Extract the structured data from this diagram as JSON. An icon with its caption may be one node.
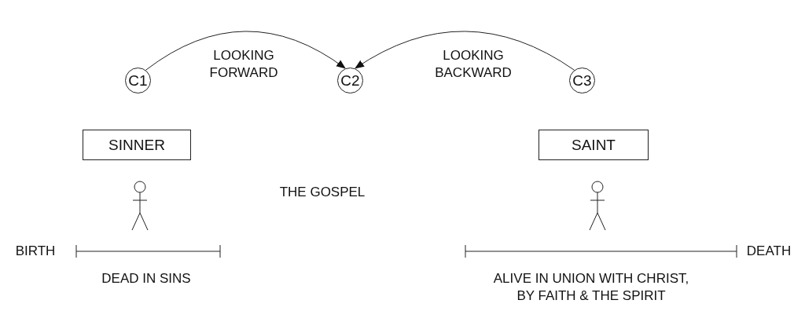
{
  "diagram": {
    "nodes": [
      {
        "text": [
          "C1"
        ]
      },
      {
        "text": [
          "C2"
        ]
      },
      {
        "text": [
          "C3"
        ]
      },
      {
        "text": [
          "SINNER"
        ]
      },
      {
        "text": [
          "SAINT"
        ]
      }
    ],
    "edges": [
      {
        "from": 0,
        "to": 1,
        "arrow": "to",
        "label": "LOOKING FORWARD"
      },
      {
        "from": 2,
        "to": 1,
        "arrow": "to",
        "label": "LOOKING BACKWARD"
      }
    ],
    "labels": [
      "THE GOSPEL",
      "BIRTH",
      "DEATH",
      "DEAD IN SINS",
      "ALIVE IN UNION WITH CHRIST, BY FAITH & THE SPIRIT"
    ]
  }
}
